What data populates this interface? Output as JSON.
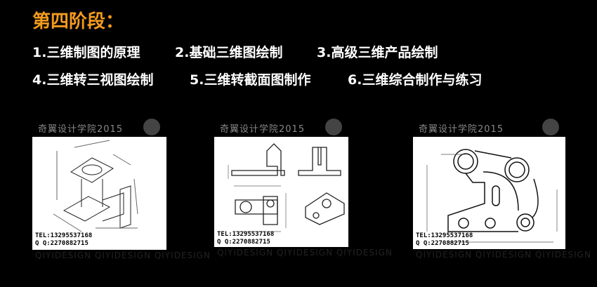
{
  "title": "第四阶段：",
  "topics": [
    "1.三维制图的原理",
    "2.基础三维图绘制",
    "3.高级三维产品绘制",
    "4.三维转三视图绘制",
    "5.三维转截面图制作",
    "6.三维综合制作与练习"
  ],
  "panels": [
    {
      "watermark": "奇翼设计学院2015",
      "tel": "TEL:13295537168",
      "qq": "Q Q:2270882715",
      "footer": "QIYIDESIGN QIYIDESIGN QIYIDESIGN"
    },
    {
      "watermark": "奇翼设计学院2015",
      "tel": "TEL:13295537168",
      "qq": "Q Q:2270882715",
      "footer": "QIYIDESIGN QIYIDESIGN QIYIDESIGN"
    },
    {
      "watermark": "奇翼设计学院2015",
      "tel": "TEL:13295537168",
      "qq": "Q Q:2270882715",
      "footer": "QIYIDESIGN QIYIDESIGN QIYIDESIGN"
    }
  ],
  "colors": {
    "accent": "#f39a1e"
  }
}
